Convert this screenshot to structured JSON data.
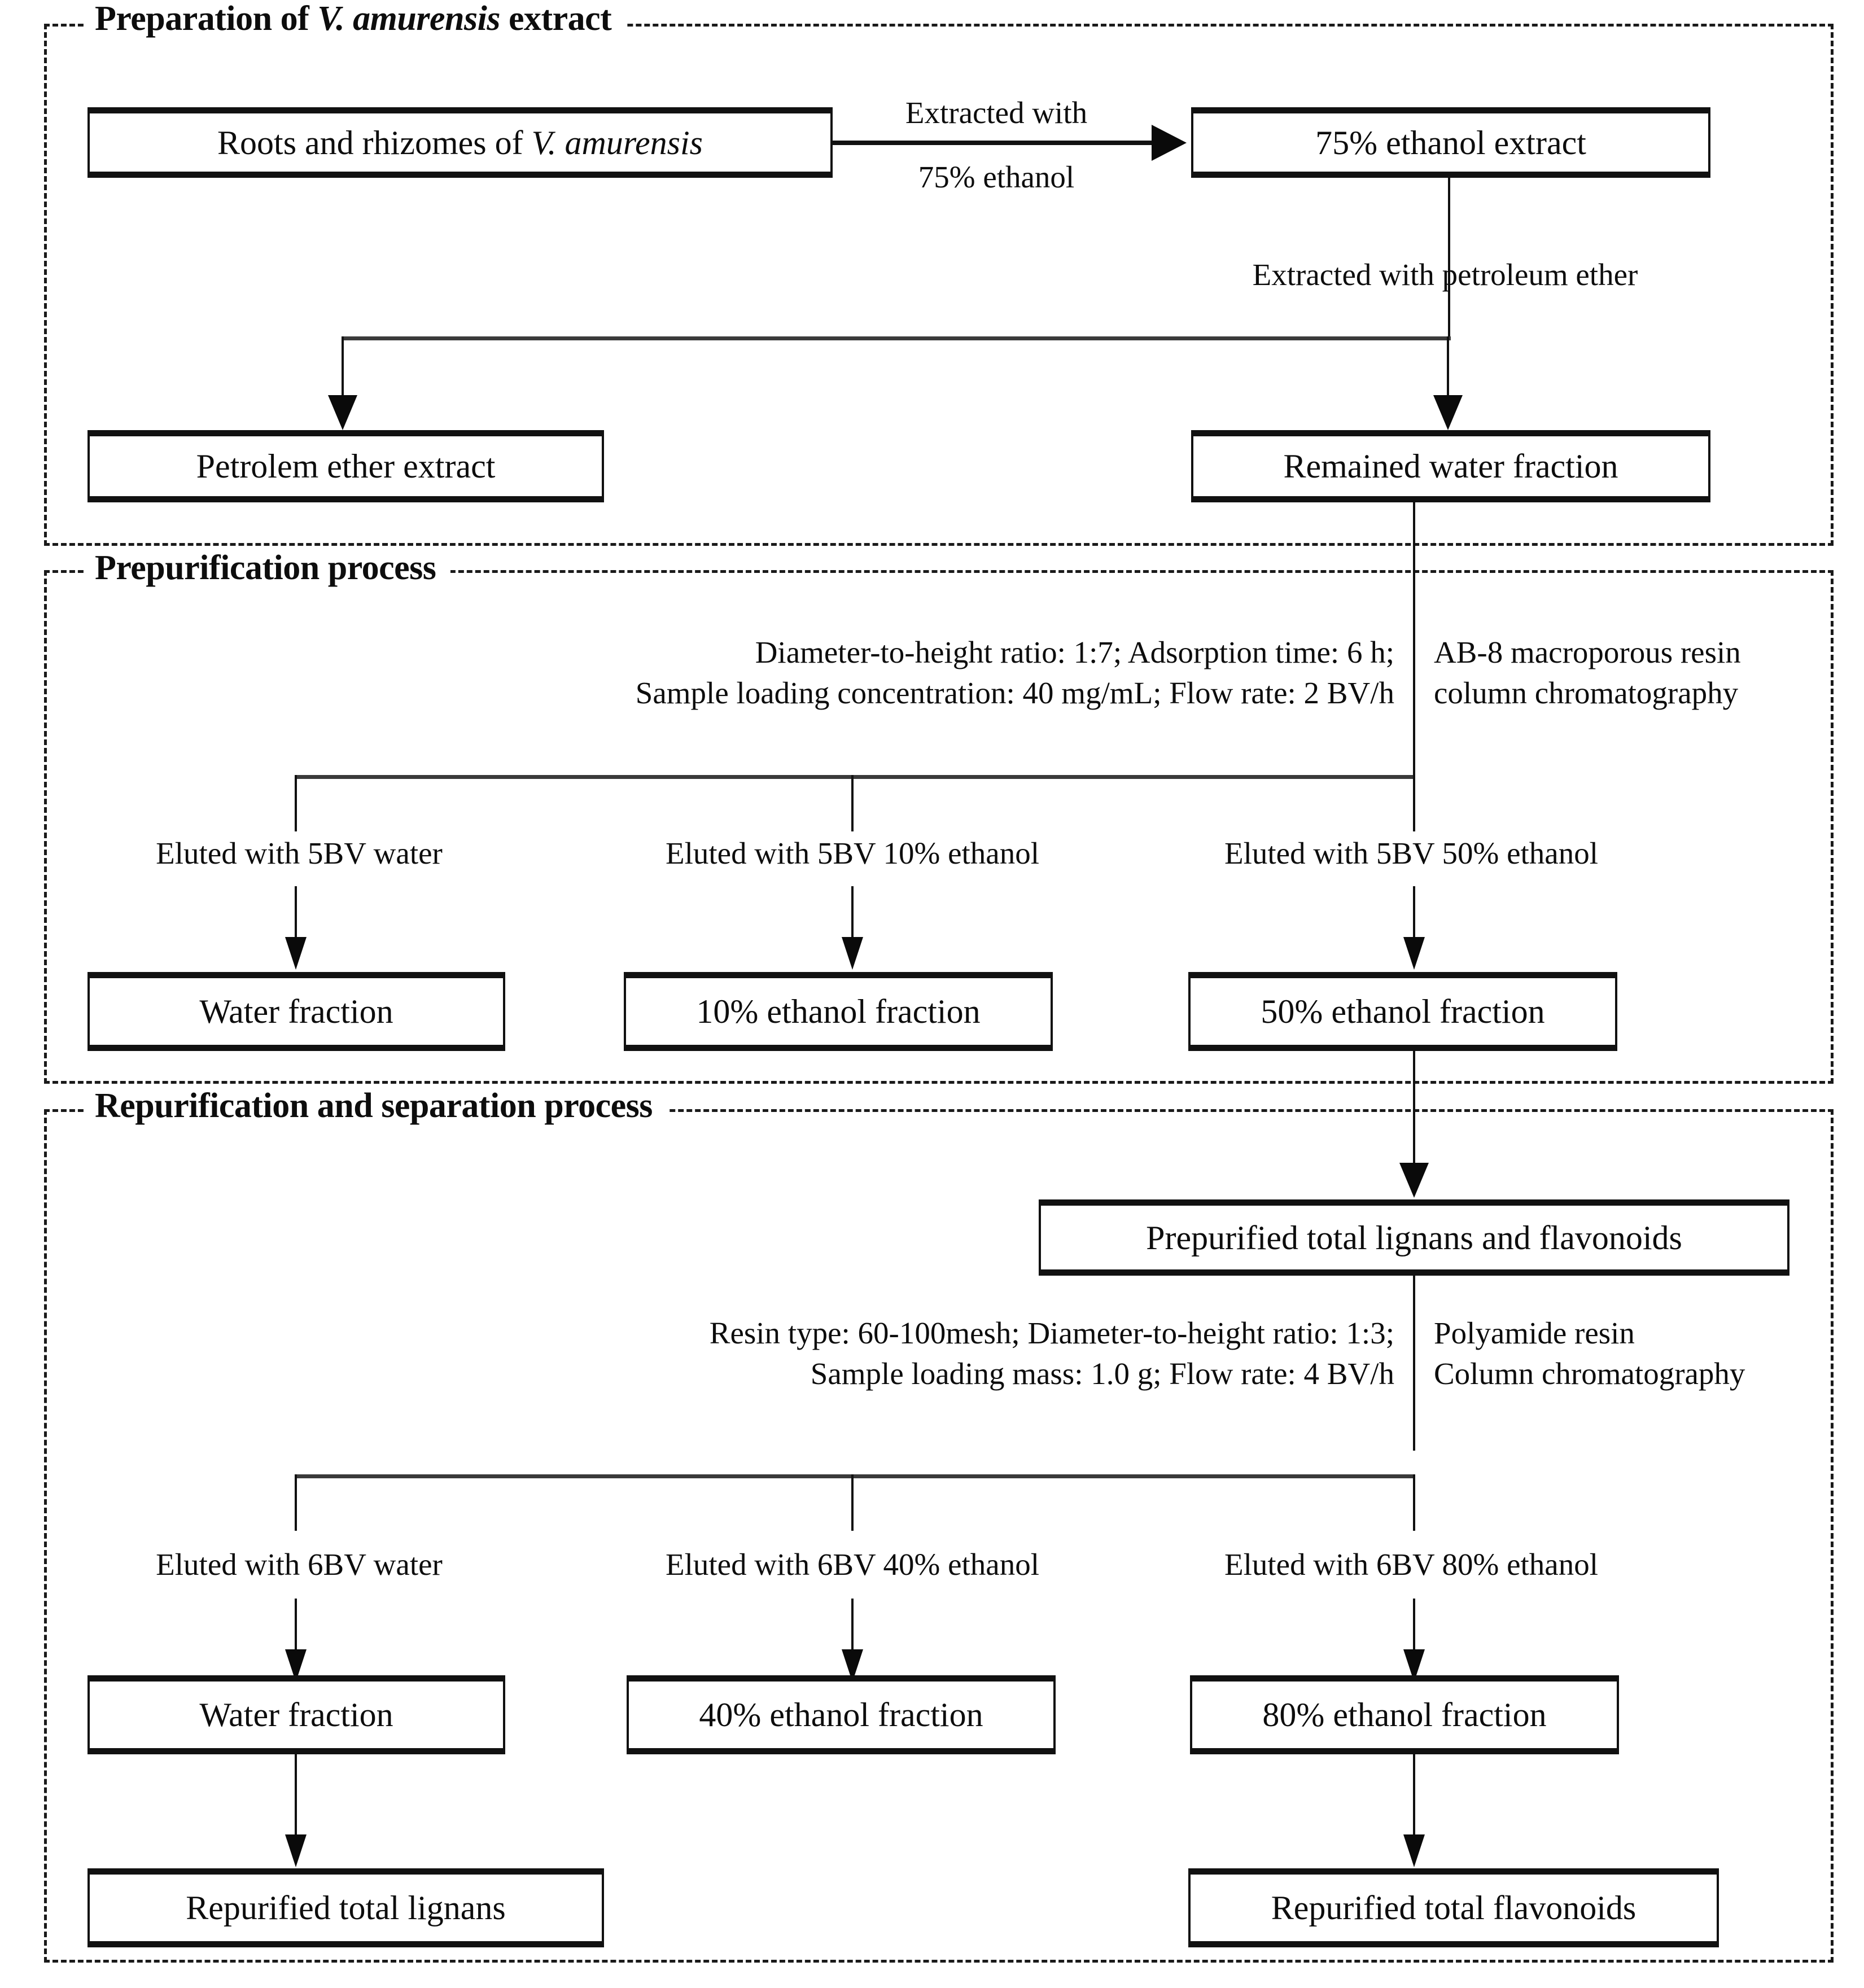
{
  "sections": [
    {
      "id": "preparation",
      "title_prefix": "Preparation of ",
      "title_italic": "V. amurensis",
      "title_suffix": " extract"
    },
    {
      "id": "prepurification",
      "title_prefix": "Prepurification process",
      "title_italic": "",
      "title_suffix": ""
    },
    {
      "id": "repurification",
      "title_prefix": "Repurification and separation process",
      "title_italic": "",
      "title_suffix": ""
    }
  ],
  "boxes": {
    "roots": {
      "prefix": "Roots and rhizomes of  ",
      "italic": "V. amurensis",
      "suffix": ""
    },
    "ethanol_extract": {
      "label": "75% ethanol extract"
    },
    "petroleum_ether": {
      "label": "Petrolem ether extract"
    },
    "remained_water": {
      "label": "Remained water fraction"
    },
    "water_fraction_1": {
      "label": "Water fraction"
    },
    "ethanol_10": {
      "label": "10% ethanol fraction"
    },
    "ethanol_50": {
      "label": "50% ethanol fraction"
    },
    "prepurified": {
      "label": "Prepurified total lignans  and flavonoids"
    },
    "water_fraction_2": {
      "label": "Water fraction"
    },
    "ethanol_40": {
      "label": "40% ethanol fraction"
    },
    "ethanol_80": {
      "label": "80% ethanol fraction"
    },
    "repurified_lignans": {
      "label": "Repurified total lignans"
    },
    "repurified_flavonoids": {
      "label": "Repurified total flavonoids"
    }
  },
  "edge_labels": {
    "extracted_with": "Extracted with",
    "ethanol_75": "75%  ethanol",
    "extracted_petroleum": "Extracted with petroleum  ether",
    "eluted_5bv_water": "Eluted with 5BV water",
    "eluted_5bv_10": "Eluted with 5BV 10% ethanol",
    "eluted_5bv_50": "Eluted with 5BV 50% ethanol",
    "eluted_6bv_water": "Eluted with 6BV water",
    "eluted_6bv_40": "Eluted with 6BV 40% ethanol",
    "eluted_6bv_80": "Eluted with 6BV 80% ethanol"
  },
  "parameters": {
    "prepurification_line1": "Diameter-to-height  ratio: 1:7; Adsorption  time:  6 h;",
    "prepurification_line2": "Sample loading  concentration:  40 mg/mL; Flow rate: 2 BV/h",
    "prepurification_resin_line1": "AB-8 macroporous resin",
    "prepurification_resin_line2": "column chromatography",
    "repurification_line1": "Resin type: 60-100mesh; Diameter-to-height ratio: 1:3;",
    "repurification_line2": "Sample loading  mass: 1.0 g; Flow rate: 4 BV/h",
    "repurification_resin_line1": "Polyamide resin",
    "repurification_resin_line2": "Column chromatography"
  },
  "colors": {
    "stroke": "#111111",
    "line": "#3a3a3a",
    "background": "#ffffff",
    "text": "#0d0d0d"
  }
}
